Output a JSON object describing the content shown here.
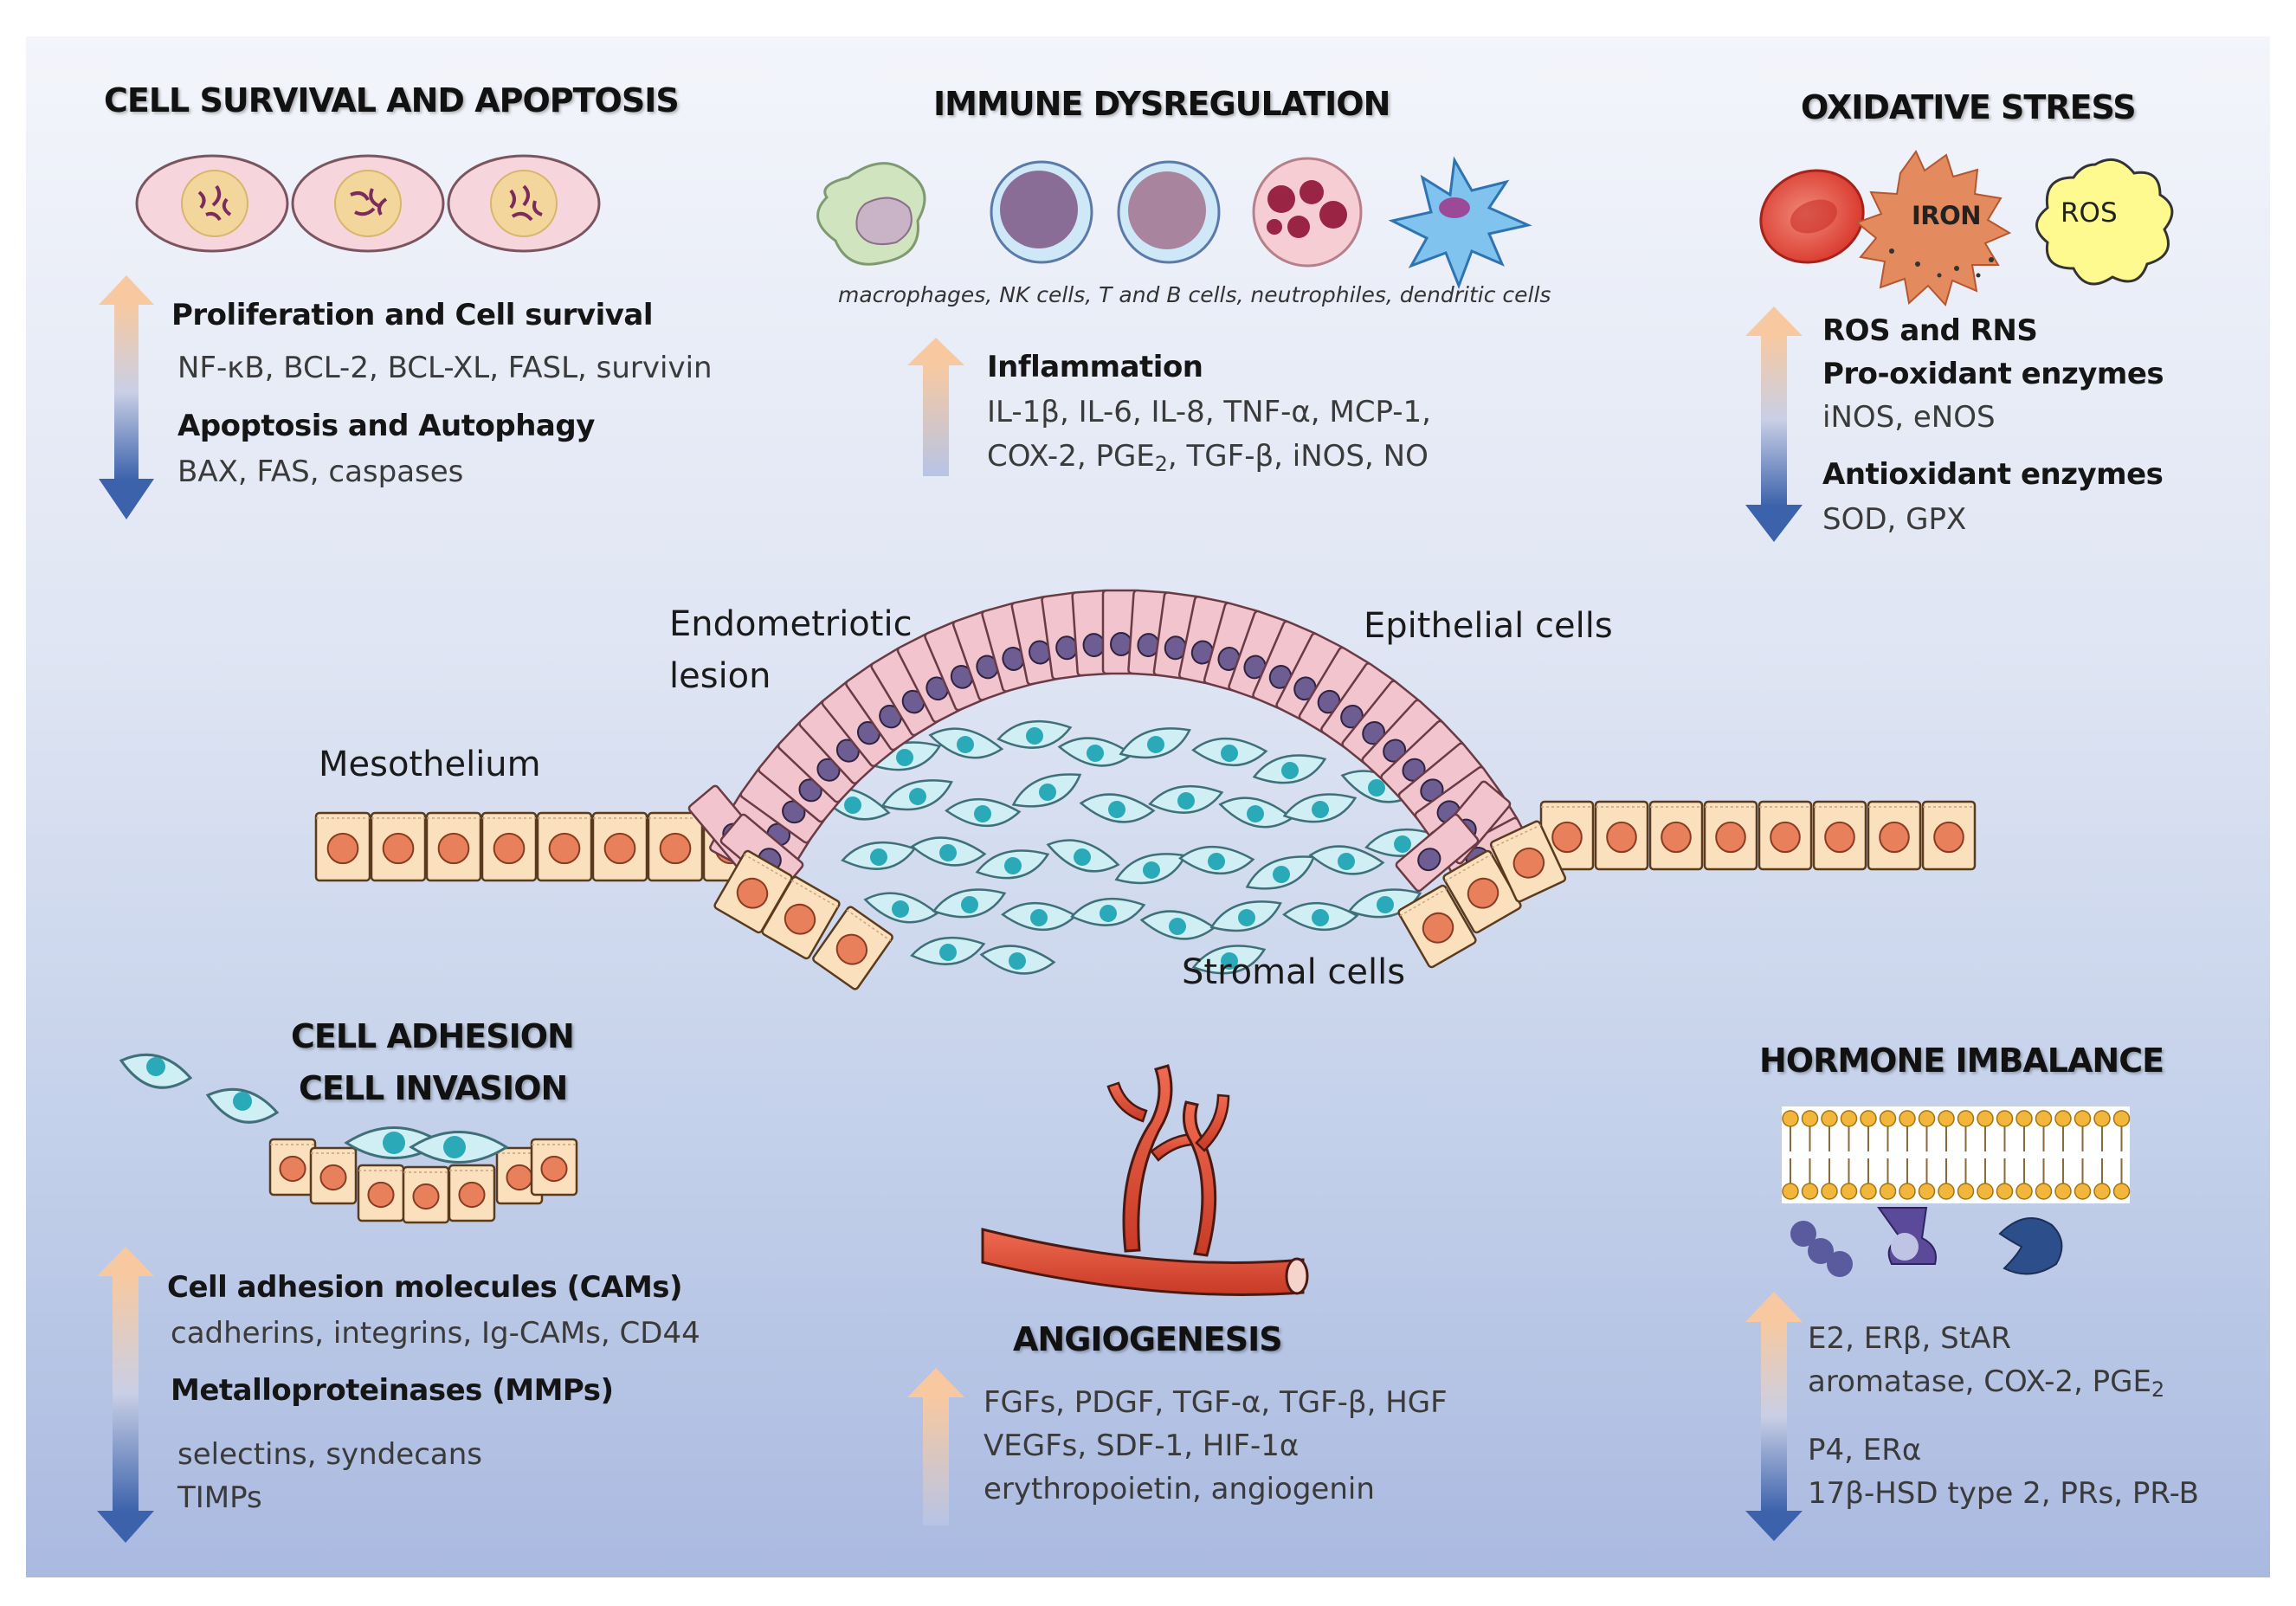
{
  "survival": {
    "title": "CELL SURVIVAL AND APOPTOSIS",
    "up_head": "Proliferation and Cell survival",
    "up_list": "NF-κB, BCL-2, BCL-XL, FASL, survivin",
    "down_head": "Apoptosis and Autophagy",
    "down_list": "BAX, FAS, caspases"
  },
  "immune": {
    "title": "IMMUNE DYSREGULATION",
    "cells_caption": "macrophages, NK cells, T and B cells, neutrophiles, dendritic cells",
    "head": "Inflammation",
    "line1": "IL-1β, IL-6, IL-8, TNF-α, MCP-1,",
    "line2_a": "COX-2, PGE",
    "line2_sub": "2",
    "line2_b": ", TGF-β, iNOS, NO"
  },
  "oxidative": {
    "title": "OXIDATIVE STRESS",
    "iron_label": "IRON",
    "ros_label": "ROS",
    "up_head1": "ROS and RNS",
    "up_head2": "Pro-oxidant enzymes",
    "up_list": "iNOS, eNOS",
    "down_head": "Antioxidant enzymes",
    "down_list": "SOD, GPX"
  },
  "lesion": {
    "endometriotic_line1": "Endometriotic",
    "endometriotic_line2": "lesion",
    "epithelial": "Epithelial cells",
    "mesothelium": "Mesothelium",
    "stromal": "Stromal cells"
  },
  "adhesion": {
    "title1": "CELL ADHESION",
    "title2": "CELL INVASION",
    "up_head": "Cell adhesion molecules (CAMs)",
    "up_list": "cadherins, integrins, Ig-CAMs, CD44",
    "mid_head": "Metalloproteinases (MMPs)",
    "down_list1": "selectins, syndecans",
    "down_list2": "TIMPs"
  },
  "angiogenesis": {
    "title": "ANGIOGENESIS",
    "line1": "FGFs, PDGF, TGF-α, TGF-β, HGF",
    "line2": "VEGFs, SDF-1, HIF-1α",
    "line3": "erythropoietin, angiogenin"
  },
  "hormone": {
    "title": "HORMONE IMBALANCE",
    "up_line1": "E2, ERβ, StAR",
    "up_line2_a": "aromatase, COX-2, PGE",
    "up_line2_sub": "2",
    "down_line1": "P4, ERα",
    "down_line2": "17β-HSD type 2, PRs, PR-B"
  },
  "colors": {
    "arrow_up": "#f6c89f",
    "arrow_down": "#3f63a8",
    "epithelial_cell": "#f2c4cd",
    "epithelial_nucleus": "#6e5d92",
    "mesothelial_cell": "#fbe0bd",
    "mesothelial_nucleus": "#e9805c",
    "stromal_cell": "#cfeff5",
    "stromal_nucleus": "#2aaab8",
    "vessel": "#e6543c"
  }
}
